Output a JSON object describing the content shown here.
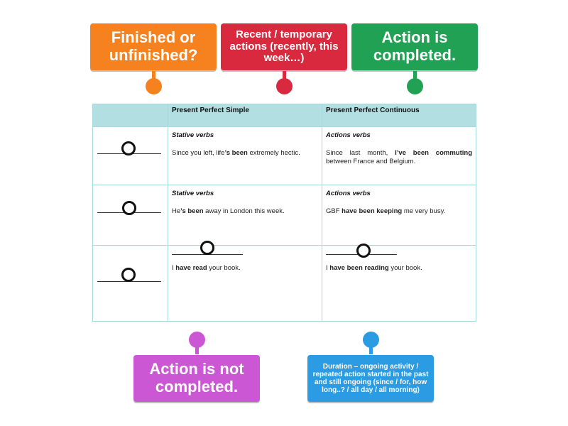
{
  "labels": {
    "finished": "Finished or unfinished?",
    "recent": "Recent / temporary actions (recently, this week…)",
    "completed": "Action is completed.",
    "not_completed": "Action is not completed.",
    "duration": "Duration – ongoing activity / repeated action started in the past and still ongoing (since / for, how long..? / all day / all morning)"
  },
  "colors": {
    "orange": "#f5821f",
    "crimson": "#d9293e",
    "green": "#21a153",
    "violet": "#cc57d4",
    "blue": "#2b9be3",
    "table_header": "#b2dfe2",
    "table_border": "#a9d8dc"
  },
  "table": {
    "header": [
      "Present Perfect Simple",
      "Present Perfect Continuous"
    ],
    "rows": [
      {
        "simple": {
          "kind": "Stative verbs",
          "pre": "Since you left, life",
          "bold": "’s been",
          "post": " extremely hectic."
        },
        "continuous": {
          "kind": "Actions verbs",
          "pre": "Since last month, ",
          "bold": "I’ve been commuting",
          "post": " between France and Belgium."
        }
      },
      {
        "simple": {
          "kind": "Stative verbs",
          "pre": "He",
          "bold": "’s been",
          "post": " away in London this week."
        },
        "continuous": {
          "kind": "Actions verbs",
          "pre": "GBF ",
          "bold": "have been keeping",
          "post": " me very busy."
        }
      },
      {
        "simple": {
          "kind": "",
          "pre": "I ",
          "bold": "have read",
          "post": " your book."
        },
        "continuous": {
          "kind": "",
          "pre": "I ",
          "bold": "have been reading",
          "post": " your book."
        }
      }
    ]
  }
}
